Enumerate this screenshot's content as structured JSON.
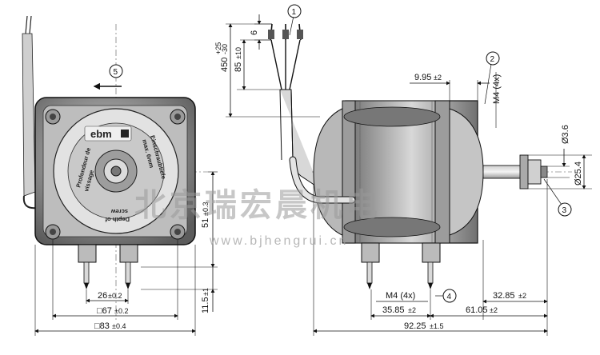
{
  "views": {
    "front": {
      "brand": "ebm",
      "etch_left": [
        "Profondeur de",
        "vissage"
      ],
      "etch_right": [
        "Einschraubtiefe",
        "max. 6mm"
      ],
      "etch_bottom": [
        "Depth of",
        "screw"
      ]
    }
  },
  "callouts": [
    "1",
    "2",
    "3",
    "4",
    "5"
  ],
  "dimensions": {
    "front": {
      "d_450": "450",
      "d_450_tol_top": "+25",
      "d_450_tol_bot": "-30",
      "d_85": "85",
      "d_85_tol": "±10",
      "d_6": "6",
      "d_51": "51",
      "d_51_tol": "±0.3",
      "d_11_5": "11.5",
      "d_11_5_tol": "±1",
      "d_26": "26",
      "d_26_tol": "±0.2",
      "d_67": "□67",
      "d_67_tol": "±0.2",
      "d_83": "□83",
      "d_83_tol": "±0.4"
    },
    "side": {
      "d_9_95": "9.95",
      "d_9_95_tol": "±2",
      "m4_top": "M4 (4x)",
      "d_3_6": "Ø3.6",
      "d_25_4": "Ø25.4",
      "m4_bottom": "M4 (4x)",
      "d_35_85": "35.85",
      "d_35_85_tol": "±2",
      "d_32_85": "32.85",
      "d_32_85_tol": "±2",
      "d_61_05": "61.05",
      "d_61_05_tol": "±2",
      "d_92_25": "92.25",
      "d_92_25_tol": "±1.5"
    }
  },
  "watermark": {
    "text": "北京瑞宏晨机电",
    "url": "www.bjhengrui.cn"
  },
  "colors": {
    "line": "#111111",
    "metal_dark": "#4a4a4a",
    "metal_mid": "#8a8a8a",
    "metal_light": "#d6d6d6"
  }
}
